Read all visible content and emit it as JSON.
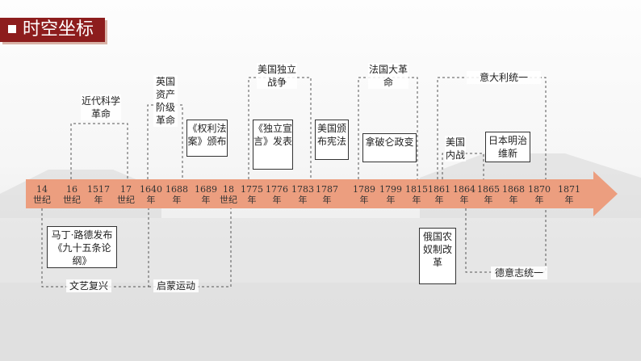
{
  "title": "时空坐标",
  "ticks": [
    {
      "top": "14",
      "bottom": "世纪"
    },
    {
      "top": "16",
      "bottom": "世纪"
    },
    {
      "top": "1517",
      "bottom": "年"
    },
    {
      "top": "17",
      "bottom": "世纪"
    },
    {
      "top": "1640",
      "bottom": "年"
    },
    {
      "top": "1688",
      "bottom": "年"
    },
    {
      "top": "1689",
      "bottom": "年"
    },
    {
      "top": "18",
      "bottom": "世纪"
    },
    {
      "top": "1775",
      "bottom": "年"
    },
    {
      "top": "1776",
      "bottom": "年"
    },
    {
      "top": "1783",
      "bottom": "年"
    },
    {
      "top": "1787",
      "bottom": "年"
    },
    {
      "top": "1789",
      "bottom": "年"
    },
    {
      "top": "1799",
      "bottom": "年"
    },
    {
      "top": "1815",
      "bottom": "年"
    },
    {
      "top": "1861",
      "bottom": "年"
    },
    {
      "top": "1864",
      "bottom": "年"
    },
    {
      "top": "1865",
      "bottom": "年"
    },
    {
      "top": "1868",
      "bottom": "年"
    },
    {
      "top": "1870",
      "bottom": "年"
    },
    {
      "top": "1871",
      "bottom": "年"
    }
  ],
  "events": {
    "science_revolution": "近代科学革命",
    "english_revolution": "英国资产阶级革命",
    "bill_of_rights": "《权利法案》颁布",
    "us_independence_war": "美国独立战争",
    "declaration": "《独立宣言》发表",
    "us_constitution": "美国颁布宪法",
    "french_revolution": "法国大革命",
    "napoleon": "拿破仑政变",
    "us_civil_war": "美国内战",
    "meiji": "日本明治维新",
    "italy_unification": "意大利统一",
    "luther": "马丁·路德发布《九十五条论纲》",
    "renaissance": "文艺复兴",
    "enlightenment": "启蒙运动",
    "russia_serfdom": "俄国农奴制改革",
    "german_unification": "德意志统一"
  },
  "colors": {
    "title_bg": "#8d1d1d",
    "arrow": "#ec9e7f"
  }
}
